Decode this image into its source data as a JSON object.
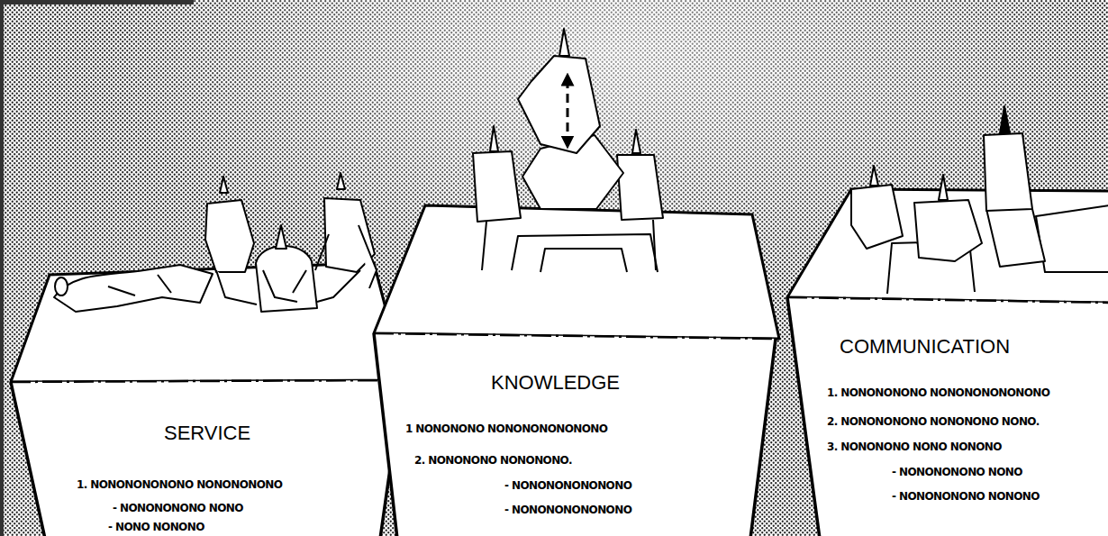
{
  "diagram": {
    "nodes": [
      {
        "text": [
          "SERVICE",
          "1. NONONONONONO NONONONONO",
          "- NONONONONO NONO",
          "- NONO NONONO"
        ]
      },
      {
        "text": [
          "KNOWLEDGE",
          "1 NONONONO NONONONONONONO",
          "2. NONONONO NONONONO.",
          "- NONONONONONONO",
          "- NONONONONONONO"
        ]
      },
      {
        "text": [
          "COMMUNICATION",
          "1. NONONONONO NONONONONONONO",
          "2. NONONONONO NONONONO NONO.",
          "3. NONONONO NONO NONONO",
          "- NONONONONO NONO",
          "- NONONONONO NONONO"
        ]
      }
    ]
  }
}
